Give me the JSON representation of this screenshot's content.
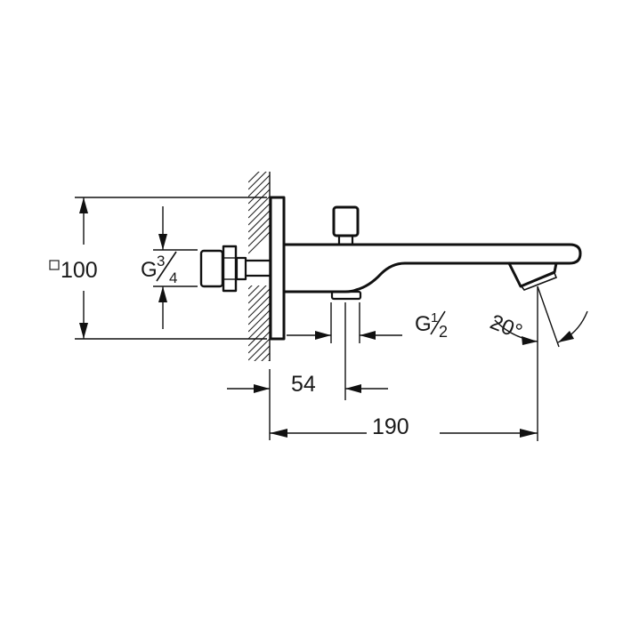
{
  "drawing": {
    "subject": "Bath spout with diverter — dimensioned side view",
    "colors": {
      "line": "#111111",
      "background": "#ffffff"
    }
  },
  "dimensions": {
    "plate_size": {
      "symbol": "□",
      "value": "100"
    },
    "inlet_thread": {
      "prefix": "G",
      "numerator": "3",
      "denominator": "4"
    },
    "outlet_thread": {
      "prefix": "G",
      "numerator": "1",
      "denominator": "2"
    },
    "diverter_offset": "54",
    "projection": "190",
    "outlet_angle": "20°"
  }
}
